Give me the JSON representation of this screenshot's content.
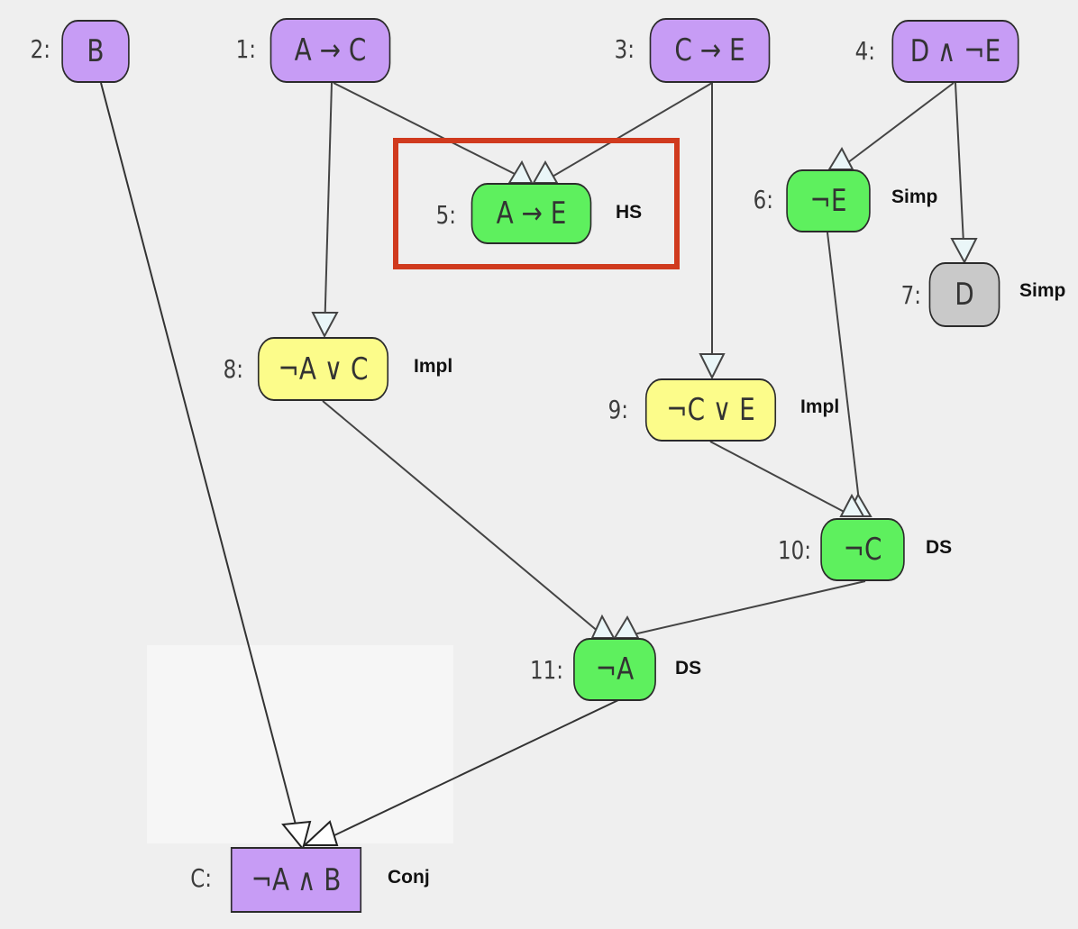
{
  "nodes": {
    "n2": {
      "num": "2:",
      "formula": "B",
      "rule": ""
    },
    "n1": {
      "num": "1:",
      "formula": "A → C",
      "rule": ""
    },
    "n3": {
      "num": "3:",
      "formula": "C → E",
      "rule": ""
    },
    "n4": {
      "num": "4:",
      "formula": "D ∧ ¬E",
      "rule": ""
    },
    "n5": {
      "num": "5:",
      "formula": "A → E",
      "rule": "HS"
    },
    "n6": {
      "num": "6:",
      "formula": "¬E",
      "rule": "Simp"
    },
    "n7": {
      "num": "7:",
      "formula": "D",
      "rule": "Simp"
    },
    "n8": {
      "num": "8:",
      "formula": "¬A ∨ C",
      "rule": "Impl"
    },
    "n9": {
      "num": "9:",
      "formula": "¬C ∨ E",
      "rule": "Impl"
    },
    "n10": {
      "num": "10:",
      "formula": "¬C",
      "rule": "DS"
    },
    "n11": {
      "num": "11:",
      "formula": "¬A",
      "rule": "DS"
    },
    "nc": {
      "num": "C:",
      "formula": "¬A ∧ B",
      "rule": "Conj"
    }
  },
  "colors": {
    "premise": "#c79cf5",
    "derived": "#5ef05e",
    "implication": "#fcfc8a",
    "unused": "#c9c9c9",
    "highlight": "#d03a1e"
  },
  "edges": [
    {
      "from": "n1",
      "to": "n5"
    },
    {
      "from": "n3",
      "to": "n5"
    },
    {
      "from": "n1",
      "to": "n8"
    },
    {
      "from": "n3",
      "to": "n9"
    },
    {
      "from": "n4",
      "to": "n6"
    },
    {
      "from": "n4",
      "to": "n7"
    },
    {
      "from": "n6",
      "to": "n10"
    },
    {
      "from": "n9",
      "to": "n10"
    },
    {
      "from": "n8",
      "to": "n11"
    },
    {
      "from": "n10",
      "to": "n11"
    },
    {
      "from": "n2",
      "to": "nc"
    },
    {
      "from": "n11",
      "to": "nc"
    }
  ]
}
